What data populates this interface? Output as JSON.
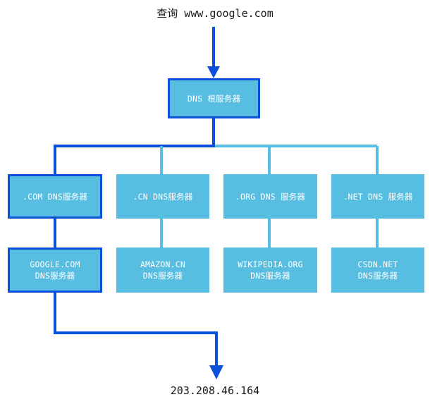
{
  "diagram": {
    "title_query": "查询 www.google.com",
    "result_ip": "203.208.46.164",
    "colors": {
      "node_fill": "#57bee2",
      "highlight_stroke": "#0a50d8",
      "normal_wire": "#57bee2",
      "highlight_wire": "#0a50d8",
      "text": "#ffffff",
      "caption_text": "#1a1a1a",
      "background": "#ffffff"
    },
    "nodes": {
      "root": {
        "label": "DNS 根服务器",
        "highlighted": true
      },
      "tld": [
        {
          "label": "​.COM DNS服务器",
          "highlighted": true
        },
        {
          "label": ".CN DNS服务器",
          "highlighted": false
        },
        {
          "label": ".ORG DNS 服务器",
          "highlighted": false
        },
        {
          "label": ".NET DNS 服务器",
          "highlighted": false
        }
      ],
      "authoritative": [
        {
          "line1": "GOOGLE.COM",
          "line2": "DNS服务器",
          "highlighted": true
        },
        {
          "line1": "AMAZON.CN",
          "line2": "DNS服务器",
          "highlighted": false
        },
        {
          "line1": "WIKIPEDIA.ORG",
          "line2": "DNS服务器",
          "highlighted": false
        },
        {
          "line1": "CSDN.NET",
          "line2": "DNS服务器",
          "highlighted": false
        }
      ]
    }
  }
}
